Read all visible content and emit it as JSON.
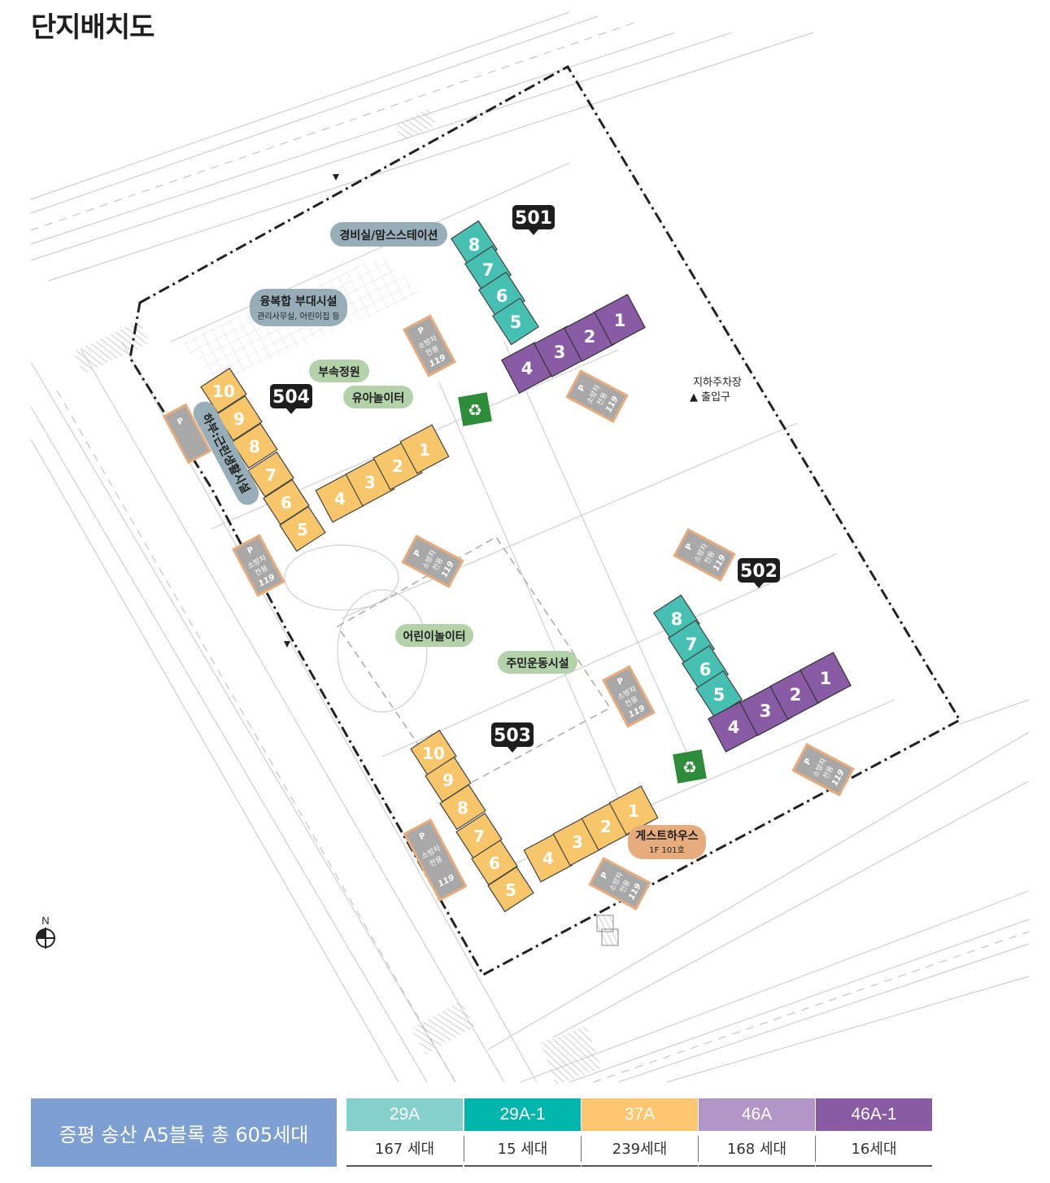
{
  "title": "단지배치도",
  "north": "N",
  "colors": {
    "t29A": "#84d0cc",
    "t29A1": "#00b5ac",
    "t37A": "#fcc76e",
    "t46A": "#b296c8",
    "t46A1": "#8a5ba5",
    "building_teal": "#47c0b4",
    "building_orange": "#f7c66b",
    "building_purple": "#8a5ba5",
    "label_blue": "#97aeb8",
    "label_green": "#b4d2a9",
    "label_orange": "#e7ac7d",
    "boundary": "#222222"
  },
  "buildings": {
    "b501": "501",
    "b502": "502",
    "b503": "503",
    "b504": "504"
  },
  "units": {
    "u501": [
      "8",
      "7",
      "6",
      "5",
      "4",
      "3",
      "2",
      "1"
    ],
    "u502": [
      "8",
      "7",
      "6",
      "5",
      "4",
      "3",
      "2",
      "1"
    ],
    "u503": [
      "10",
      "9",
      "8",
      "7",
      "6",
      "5",
      "4",
      "3",
      "2",
      "1"
    ],
    "u504": [
      "10",
      "9",
      "8",
      "7",
      "6",
      "5",
      "4",
      "3",
      "2",
      "1"
    ]
  },
  "labels": {
    "guard": "경비실/맘스스테이션",
    "complex_facility": "융복합 부대시설",
    "complex_sub": "관리사무실, 어린이집 등",
    "garden": "부속정원",
    "toddler": "유아놀이터",
    "kids": "어린이놀이터",
    "sports": "주민운동시설",
    "retail": "하부:근린생활시설",
    "guesthouse": "게스트하우스",
    "guesthouse_sub": "1F 101호",
    "parking_entry_1": "지하주차장",
    "parking_entry_2": "▲ 출입구",
    "fire_p": "P",
    "fire_1": "소방차",
    "fire_2": "전용",
    "fire_3": "119"
  },
  "legend": {
    "total": "증평 송산 A5블록  총 605세대",
    "types": [
      {
        "type": "29A",
        "count": "167 세대"
      },
      {
        "type": "29A-1",
        "count": "15 세대"
      },
      {
        "type": "37A",
        "count": "239세대"
      },
      {
        "type": "46A",
        "count": "168 세대"
      },
      {
        "type": "46A-1",
        "count": "16세대"
      }
    ]
  }
}
